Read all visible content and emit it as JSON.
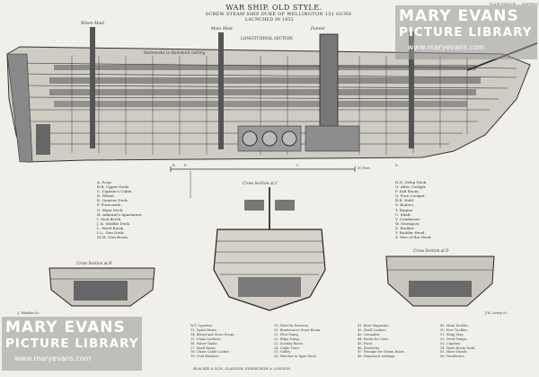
{
  "heading": {
    "title": "WAR SHIP. OLD STYLE.",
    "subtitle": "SCREW STEAM SHIP DUKE OF WELLINGTON 131 GUNS",
    "launched": "LAUNCHED IN 1852",
    "plate": "PLATE XXXXVIII — SHIPPING"
  },
  "profile_labels": {
    "mizen_mast": "Mizen Mast",
    "main_mast": "Main Mast",
    "funnel": "Funnel",
    "longitudinal": "LONGITUDINAL SECTION.",
    "hammocks": "Hammocks in Hammock netting",
    "b": "B",
    "e": "E",
    "c": "C",
    "d": "D",
    "scale": "50 Feet."
  },
  "key_left": [
    "A. Poop",
    "B.B. Upper Deck.",
    "C. Captain's Cabin.",
    "D. Wheel.",
    "E. Quarter Deck.",
    "F. Forecastle.",
    "G. Main Deck.",
    "H. Admiral's Apartment.",
    "I. Sick Berth.",
    "J. K. Middle Deck.",
    "L. Ward Room.",
    "L.L. Gun Deck.",
    "M.M. Gun Room."
  ],
  "key_right": [
    "N.N. Orlop Deck.",
    "O. After Cockpit.",
    "P. Sail Room.",
    "Q. Fore Cockpit.",
    "R.R. Hold.",
    "S. Boilers.",
    "T. Engine.",
    "U. Shaft.",
    "V. Condenser.",
    "W. Sternpost.",
    "X. Rudder.",
    "Y. Rudder Head.",
    "Z. Hoe of the Head."
  ],
  "sections": {
    "center": "Cross Section at C",
    "left": "Cross Section at B",
    "right": "Cross Section at D"
  },
  "legend": {
    "col1": [
      "W.T. Upsetter",
      "13. Spirit Room.",
      "14. Bread and Store Room.",
      "15. Chain Lockers.",
      "16. Water Tanks.",
      "17. Shell Room.",
      "18. Chain Cable Locker.",
      "19. Coal Bunkers."
    ],
    "col2": [
      "19. Shot for Drawers.",
      "20. Boatswain's Store Room.",
      "21. Pilot Pump.",
      "22. Bilge Pump.",
      "23. Sunday Boots.",
      "24. Cable Tiers.",
      "25. Galley.",
      "26. Hatches in Spar Deck."
    ],
    "col3": [
      "41. Beer Magazine.",
      "42. Shell Lockers.",
      "43. Grenades.",
      "44. Racks for Oars.",
      "45. Hose.",
      "46. Rowlocks.",
      "47. Passage for Steam Boats.",
      "48. Hammock nettings."
    ],
    "col4": [
      "49. Main Tackles.",
      "50. Fore Tackles.",
      "51. Sling Stay.",
      "52. Deck Pumps.",
      "53. Capstan.",
      "54. Wash Room Tank.",
      "55. Hose Stands.",
      "56. Ventilators."
    ]
  },
  "credits": {
    "engraver_left": "J. Winkles Sc.",
    "engraver_right": "J.W. Lowry Sc.",
    "publisher": "BLACKIE & SON, GLASGOW, EDINBURGH & LONDON."
  },
  "watermark": {
    "line1": "MARY EVANS",
    "line2": "PICTURE LIBRARY",
    "url": "www.maryevans.com"
  },
  "colors": {
    "paper": "#f1efe9",
    "ink": "#2a2a2a",
    "hull_shade": "#8a8a8a",
    "watermark_bg": "#9a9a9a"
  }
}
